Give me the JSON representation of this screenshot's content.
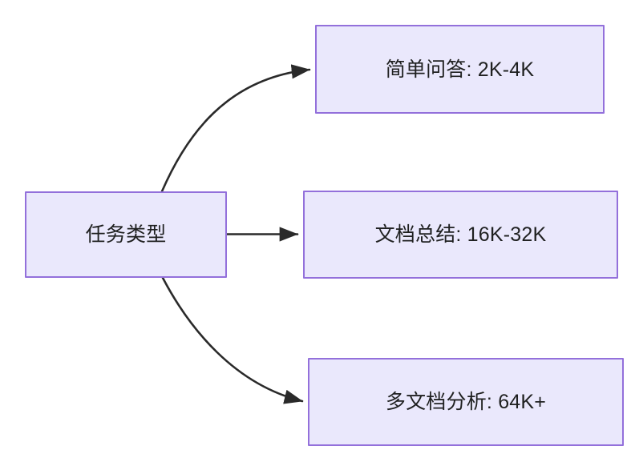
{
  "diagram": {
    "type": "flowchart",
    "direction": "left-to-right",
    "background_color": "#ffffff",
    "node_fill_color": "#eae8fc",
    "node_border_color": "#9370db",
    "node_text_color": "#1f2020",
    "edge_color": "#2a2a2a",
    "nodes": [
      {
        "id": "root",
        "label": "任务类型",
        "role": "decision-source"
      },
      {
        "id": "simple-qa",
        "label": "简单问答: 2K-4K",
        "role": "branch-target"
      },
      {
        "id": "doc-summary",
        "label": "文档总结: 16K-32K",
        "role": "branch-target"
      },
      {
        "id": "multi-doc",
        "label": "多文档分析: 64K+",
        "role": "branch-target"
      }
    ],
    "edges": [
      {
        "id": "edge-root-simple-qa",
        "from": "root",
        "to": "simple-qa",
        "label": "",
        "style": "curved",
        "arrowhead": "solid-triangle"
      },
      {
        "id": "edge-root-doc-summary",
        "from": "root",
        "to": "doc-summary",
        "label": "",
        "style": "straight",
        "arrowhead": "solid-triangle"
      },
      {
        "id": "edge-root-multi-doc",
        "from": "root",
        "to": "multi-doc",
        "label": "",
        "style": "curved",
        "arrowhead": "solid-triangle"
      }
    ]
  }
}
